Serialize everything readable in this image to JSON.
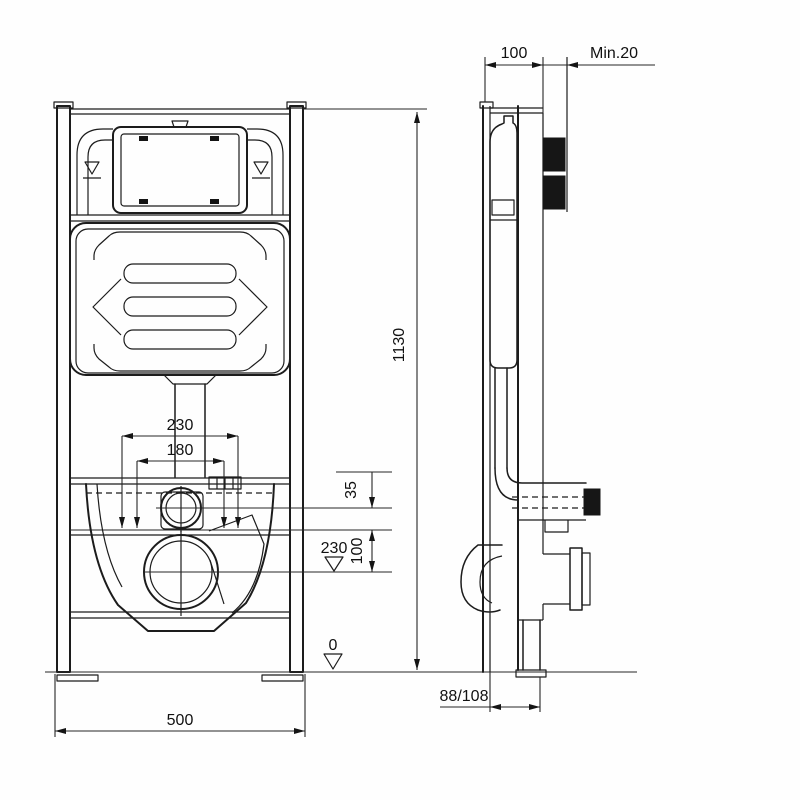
{
  "dims": {
    "frame_depth": "100",
    "wall_clearance": "Min.20",
    "frame_height": "1130",
    "frame_width": "500",
    "spacing_outer": "230",
    "spacing_inner": "180",
    "flush_offset": "35",
    "conn_spacing": "100",
    "outlet_level": "230",
    "floor_level": "0",
    "base_depth": "88/108"
  },
  "colors": {
    "line": "#1c1c1c",
    "background": "#ffffff",
    "pad_fill": "#161616"
  }
}
